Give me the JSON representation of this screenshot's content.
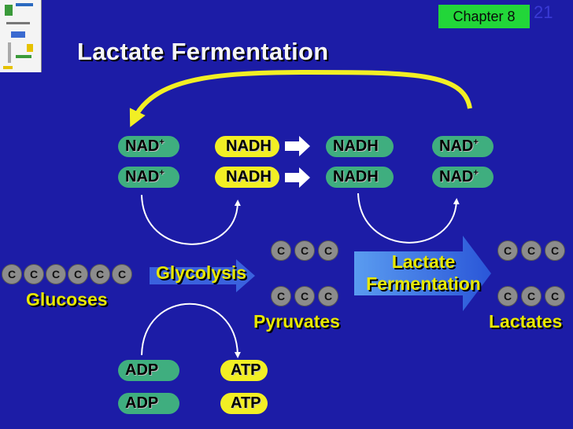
{
  "header": {
    "chapter": "Chapter 8",
    "slide_number": "21",
    "title": "Lactate Fermentation"
  },
  "nad_cycle": {
    "nad_plus_base": "NAD",
    "nad_plus_charge": "+",
    "nadh": "NADH"
  },
  "atp_cycle": {
    "adp": "ADP",
    "atp": "ATP"
  },
  "atom": "C",
  "labels": {
    "glucoses": "Glucoses",
    "glycolysis": "Glycolysis",
    "pyruvates": "Pyruvates",
    "lactate_fermentation": "Lactate Fermentation",
    "lactates": "Lactates"
  },
  "colors": {
    "background": "#1c1ca6",
    "badge": "#22d639",
    "pill_green": "#3fae7f",
    "pill_yellow": "#f2ef24",
    "label_yellow": "#e8e800",
    "carbon": "#8c8c8c"
  }
}
